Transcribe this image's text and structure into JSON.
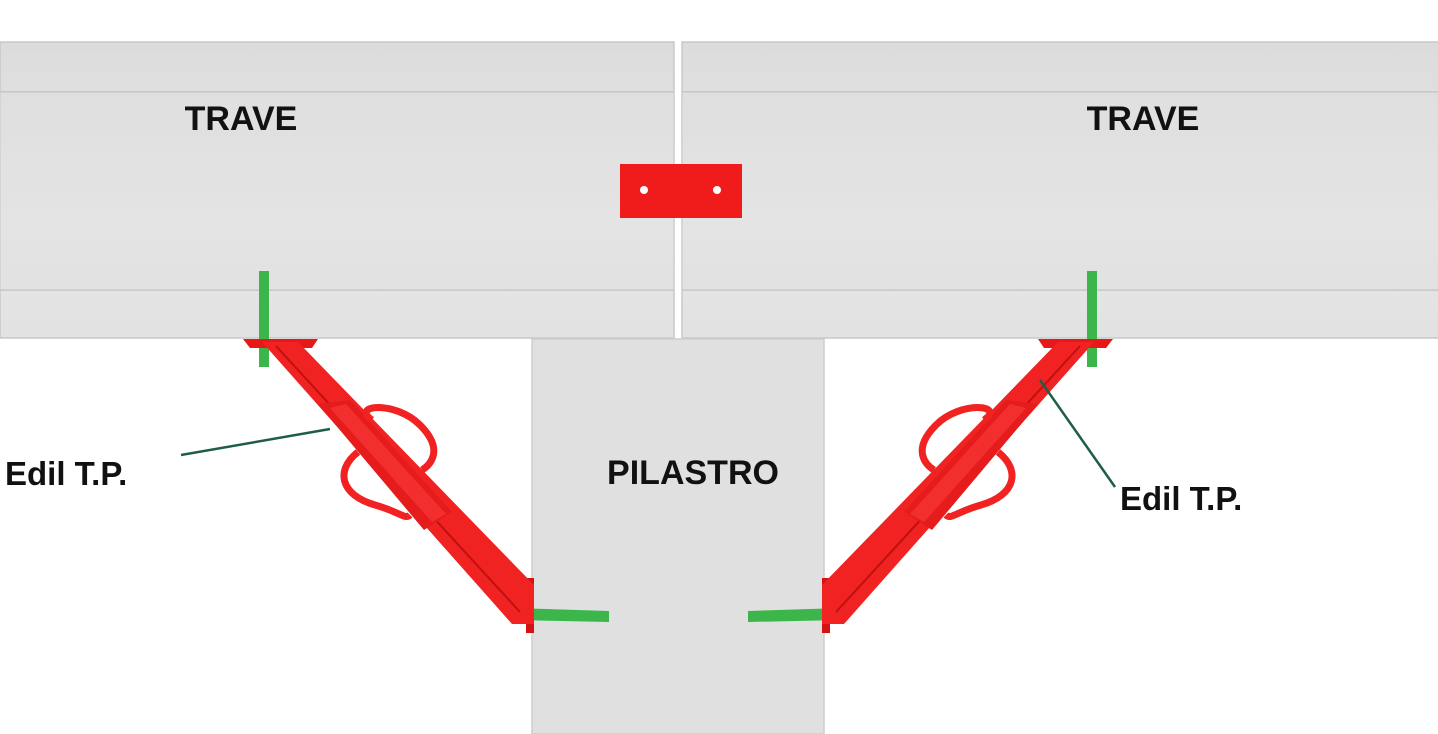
{
  "labels": {
    "beam_left": "TRAVE",
    "beam_right": "TRAVE",
    "pillar": "PILASTRO",
    "brace_left": "Edil T.P.",
    "brace_right": "Edil T.P."
  },
  "colors": {
    "beam": "#dedede",
    "beam_edge": "#c4c4c4",
    "pillar": "#e0e0e0",
    "brace": "#f02222",
    "brace_dark": "#c01010",
    "bracket": "#3cb64a",
    "leader": "#1f5e46",
    "text": "#111111"
  }
}
